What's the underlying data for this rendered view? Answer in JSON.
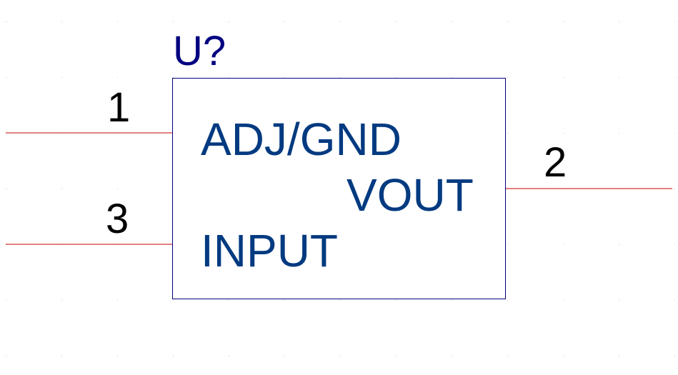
{
  "component": {
    "designator": "U?",
    "body_color": "#000080",
    "body_fill": "#ffffff"
  },
  "pins": [
    {
      "number": "1",
      "name": "ADJ/GND",
      "side": "left"
    },
    {
      "number": "3",
      "name": "INPUT",
      "side": "left"
    },
    {
      "number": "2",
      "name": "VOUT",
      "side": "right"
    }
  ],
  "colors": {
    "pin_line": "#cc0000",
    "pin_number": "#000000",
    "pin_name": "#003a80",
    "designator": "#000080",
    "grid_dot": "#c8c8c8",
    "background": "#ffffff"
  }
}
